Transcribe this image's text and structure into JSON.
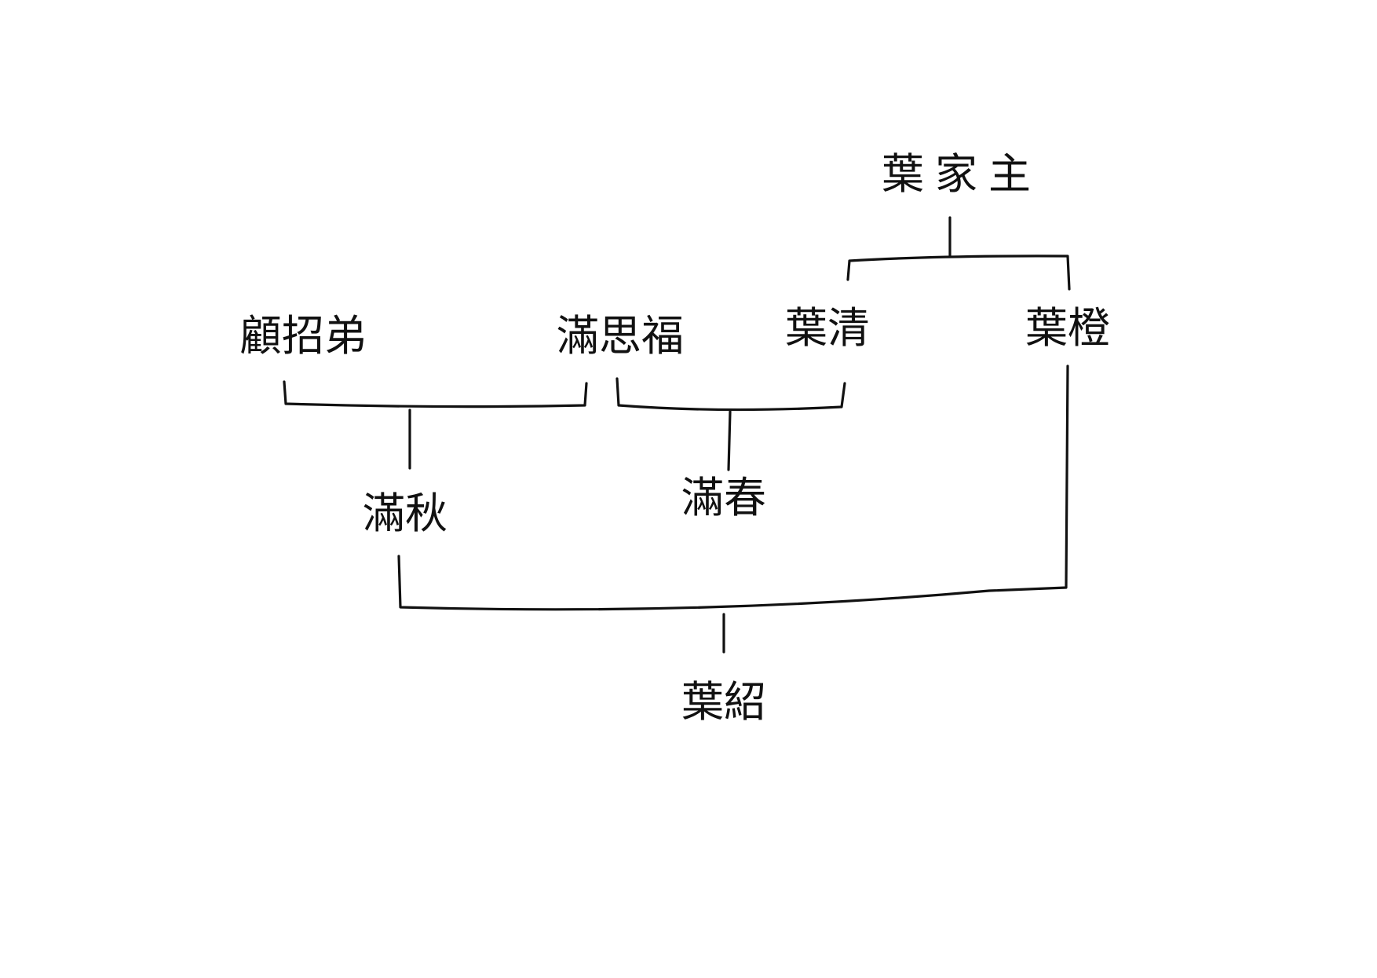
{
  "family_tree": {
    "nodes": {
      "ye_jiazhu": "葉家主",
      "gu_zhaodi": "顧招弟",
      "man_sifu": "滿思福",
      "ye_qing": "葉清",
      "ye_cheng": "葉橙",
      "man_qiu": "滿秋",
      "man_chun": "滿春",
      "ye_shao": "葉紹"
    }
  }
}
